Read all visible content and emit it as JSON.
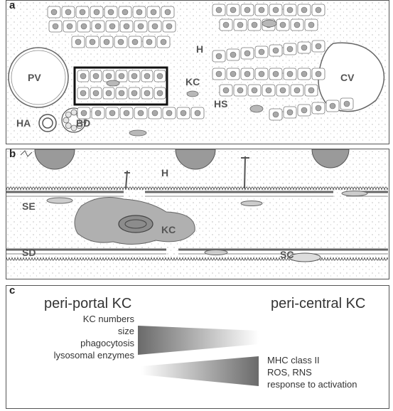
{
  "panel_a": {
    "letter": "a",
    "labels": {
      "pv": "PV",
      "cv": "CV",
      "h": "H",
      "kc": "KC",
      "hs": "HS",
      "ha": "HA",
      "bd": "BD"
    }
  },
  "panel_b": {
    "letter": "b",
    "labels": {
      "h": "H",
      "se": "SE",
      "kc": "KC",
      "sd": "SD",
      "sc": "SC"
    }
  },
  "panel_c": {
    "letter": "c",
    "left_title": "peri-portal KC",
    "right_title": "peri-central KC",
    "left_items": [
      "KC numbers",
      "size",
      "phagocytosis",
      "lysosomal enzymes"
    ],
    "right_items": [
      "MHC class II",
      "ROS, RNS",
      "response to activation"
    ]
  }
}
